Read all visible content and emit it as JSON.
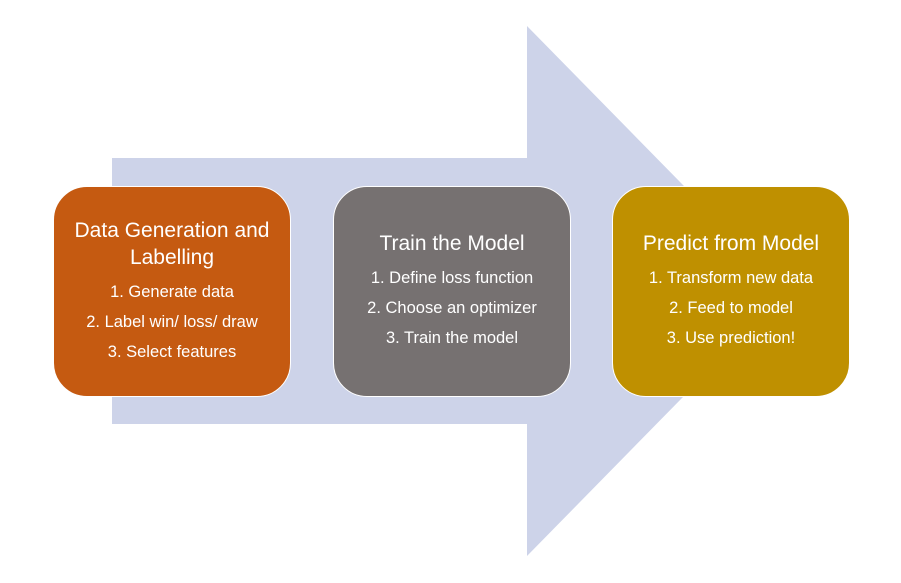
{
  "colors": {
    "arrow": "#cdd3e9",
    "boxes": [
      "#c55a11",
      "#767171",
      "#bf9000"
    ],
    "text": "#ffffff"
  },
  "steps": [
    {
      "title": "Data Generation and Labelling",
      "items": [
        "1. Generate data",
        "2. Label win/ loss/ draw",
        "3. Select features"
      ]
    },
    {
      "title": "Train the Model",
      "items": [
        "1. Define loss function",
        "2. Choose an optimizer",
        "3. Train the model"
      ]
    },
    {
      "title": "Predict from Model",
      "items": [
        "1.  Transform new data",
        "2. Feed to model",
        "3. Use prediction!"
      ]
    }
  ]
}
